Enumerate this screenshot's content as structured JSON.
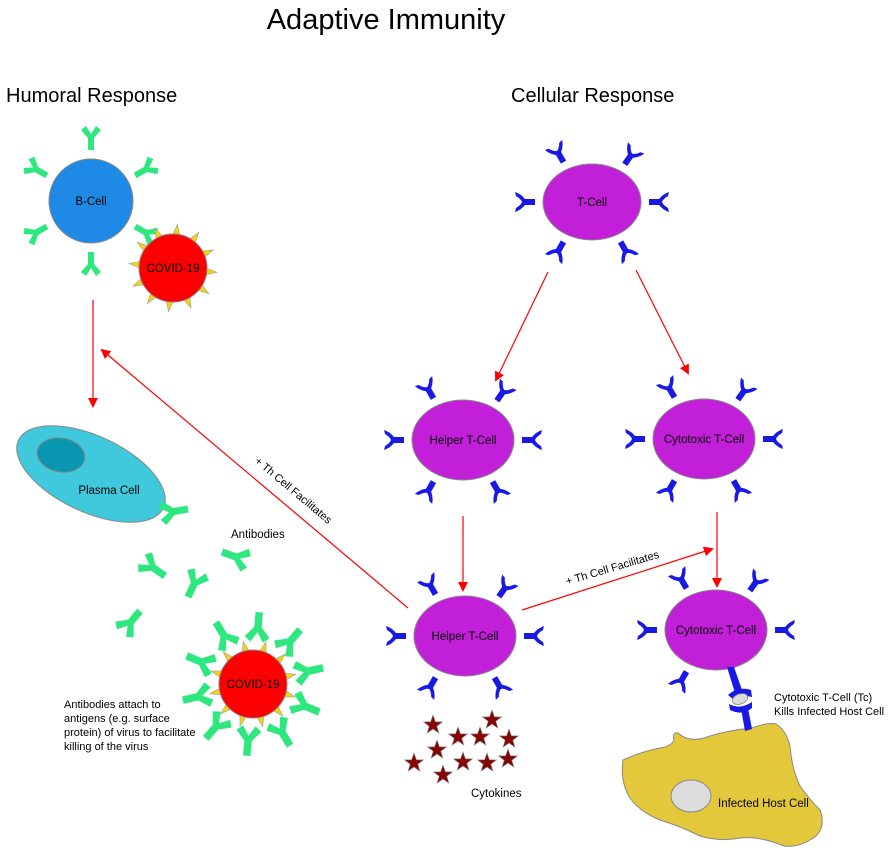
{
  "title": "Adaptive Immunity",
  "sections": {
    "humoral": "Humoral Response",
    "cellular": "Cellular Response"
  },
  "colors": {
    "b_cell": "#1f8ae6",
    "virus": "#fe0000",
    "virus_spike": "#f5d311",
    "antibody_green": "#2ee87f",
    "receptor_blue": "#1919e6",
    "t_cell": "#c21fd9",
    "plasma": "#40c8dc",
    "plasma_nucleus": "#0896b1",
    "cytokine": "#850505",
    "host_cell": "#e4c83b",
    "host_nucleus": "#dcdcdc",
    "arrow": "#ff0000"
  },
  "nodes": {
    "b_cell": "B-Cell",
    "covid_top": "COVID-19",
    "plasma_cell": "Plasma Cell",
    "antibodies": "Antibodies",
    "covid_bottom": "COVID-19",
    "t_cell": "T-Cell",
    "helper_top": "Helper T-Cell",
    "cytotoxic_top": "Cytotoxic T-Cell",
    "helper_bottom": "Helper T-Cell",
    "cytotoxic_bottom": "Cytotoxic T-Cell",
    "cytokines": "Cytokines",
    "infected_host": "Infected Host Cell"
  },
  "edge_labels": {
    "th_to_plasma": "+ Th Cell Facilitates",
    "th_to_tc": "+ Th Cell Facilitates"
  },
  "notes": {
    "antibody_attach": [
      "Antibodies attach to",
      "antigens (e.g. surface",
      "protein) of virus to facilitate",
      "killing of the virus"
    ],
    "tc_kills": [
      "Cytotoxic T-Cell (Tc)",
      "Kills Infected Host Cell"
    ]
  }
}
